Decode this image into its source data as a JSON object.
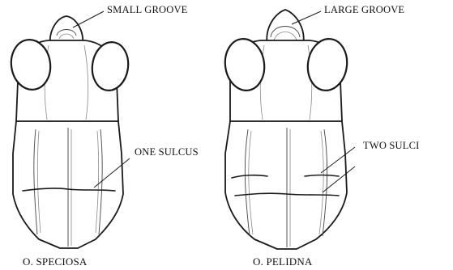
{
  "labels": {
    "small_groove": "SMALL GROOVE",
    "large_groove": "LARGE GROOVE",
    "one_sulcus": "ONE SULCUS",
    "two_sulci": "TWO SULCI"
  },
  "captions": {
    "left": "O. SPECIOSA",
    "right": "O. PELIDNA"
  }
}
